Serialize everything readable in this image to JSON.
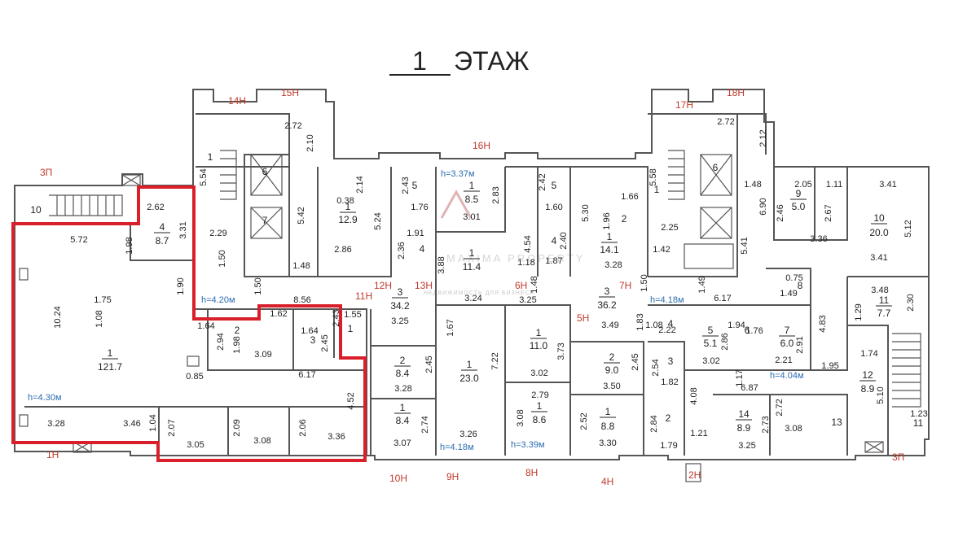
{
  "title": {
    "number": "1",
    "label": "ЭТАЖ"
  },
  "colors": {
    "wall": "#555555",
    "zone_label": "#c0392b",
    "height_label": "#2b6cb0",
    "highlight": "#d9202a",
    "watermark": "#cfcfcf"
  },
  "watermark": {
    "line1": "MAXIMA PROPERTY",
    "line2": "НЕДВИЖИМОСТЬ ДЛЯ БИЗНЕСА"
  },
  "zones": [
    "14Н",
    "15Н",
    "16Н",
    "17Н",
    "18Н",
    "3П",
    "12Н",
    "13Н",
    "6Н",
    "7Н",
    "5Н",
    "11Н",
    "1Н",
    "10Н",
    "9Н",
    "8Н",
    "4Н",
    "2Н",
    "3П"
  ],
  "heights": [
    "h=3.37м",
    "h=4.20м",
    "h=4.18м",
    "h=4.30м",
    "h=4.18м",
    "h=3.39м",
    "h=4.04м"
  ],
  "rooms": [
    {
      "id": "1",
      "area": "121.7"
    },
    {
      "id": "4",
      "area": "8.7"
    },
    {
      "id": "2",
      "area": ""
    },
    {
      "id": "3",
      "area": ""
    },
    {
      "id": "1",
      "area": ""
    },
    {
      "id": "6",
      "area": ""
    },
    {
      "id": "7",
      "area": ""
    },
    {
      "id": "1",
      "area": "12.9"
    },
    {
      "id": "5",
      "area": ""
    },
    {
      "id": "4",
      "area": ""
    },
    {
      "id": "1",
      "area": "8.5"
    },
    {
      "id": "1",
      "area": "11.4"
    },
    {
      "id": "3",
      "area": "34.2"
    },
    {
      "id": "2",
      "area": "8.4"
    },
    {
      "id": "1",
      "area": "8.4"
    },
    {
      "id": "1",
      "area": "23.0"
    },
    {
      "id": "5",
      "area": ""
    },
    {
      "id": "4",
      "area": ""
    },
    {
      "id": "1",
      "area": "14.1"
    },
    {
      "id": "2",
      "area": ""
    },
    {
      "id": "3",
      "area": "36.2"
    },
    {
      "id": "1",
      "area": "11.0"
    },
    {
      "id": "2",
      "area": "9.0"
    },
    {
      "id": "1",
      "area": "8.6"
    },
    {
      "id": "1",
      "area": "8.8"
    },
    {
      "id": "6",
      "area": ""
    },
    {
      "id": "9",
      "area": "5.0"
    },
    {
      "id": "10",
      "area": "20.0"
    },
    {
      "id": "8",
      "area": ""
    },
    {
      "id": "11",
      "area": "7.7"
    },
    {
      "id": "5",
      "area": "5.1"
    },
    {
      "id": "6",
      "area": ""
    },
    {
      "id": "7",
      "area": "6.0"
    },
    {
      "id": "4",
      "area": ""
    },
    {
      "id": "3",
      "area": ""
    },
    {
      "id": "2",
      "area": ""
    },
    {
      "id": "14",
      "area": "8.9"
    },
    {
      "id": "13",
      "area": ""
    },
    {
      "id": "12",
      "area": "8.9"
    },
    {
      "id": "11",
      "area": ""
    },
    {
      "id": "10",
      "area": ""
    },
    {
      "id": "1",
      "area": ""
    },
    {
      "id": "1",
      "area": ""
    }
  ],
  "dims": [
    "2.72",
    "2.10",
    "5.54",
    "2.29",
    "2.62",
    "3.31",
    "1.98",
    "5.72",
    "10.24",
    "1.75",
    "1.08",
    "1.90",
    "1.50",
    "1.50",
    "1.64",
    "0.85",
    "3.28",
    "3.46",
    "1.04",
    "2.07",
    "3.05",
    "2.09",
    "3.08",
    "2.06",
    "3.36",
    "4.52",
    "6.17",
    "3.09",
    "2.94",
    "1.98",
    "1.62",
    "1.64",
    "2.45",
    "2.43",
    "1.55",
    "8.56",
    "5.42",
    "1.48",
    "2.14",
    "5.24",
    "2.86",
    "0.38",
    "2.43",
    "1.76",
    "1.91",
    "2.36",
    "2.83",
    "3.01",
    "3.88",
    "1.67",
    "3.25",
    "3.26",
    "3.24",
    "2.45",
    "3.28",
    "2.74",
    "3.07",
    "7.22",
    "2.42",
    "1.60",
    "4.54",
    "1.18",
    "1.87",
    "2.40",
    "1.48",
    "3.25",
    "5.30",
    "1.66",
    "1.96",
    "3.28",
    "1.50",
    "3.49",
    "3.73",
    "3.02",
    "2.45",
    "3.50",
    "2.79",
    "3.08",
    "2.52",
    "3.30",
    "5.58",
    "2.25",
    "1.42",
    "1.48",
    "6.90",
    "5.41",
    "1.49",
    "6.17",
    "1.83",
    "2.72",
    "2.12",
    "2.05",
    "1.11",
    "3.41",
    "2.46",
    "2.67",
    "5.12",
    "3.36",
    "3.41",
    "3.48",
    "2.30",
    "1.29",
    "1.74",
    "4.83",
    "1.95",
    "5.10",
    "1.23",
    "2.22",
    "2.54",
    "1.82",
    "2.86",
    "1.94",
    "3.02",
    "1.76",
    "2.91",
    "2.21",
    "1.17",
    "6.87",
    "4.08",
    "2.84",
    "1.79",
    "1.21",
    "3.25",
    "2.72",
    "2.73",
    "3.08",
    "0.75",
    "1.08",
    "1.49"
  ]
}
